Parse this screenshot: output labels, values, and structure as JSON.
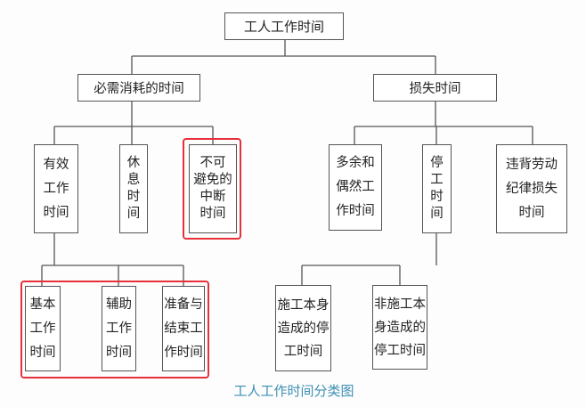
{
  "diagram": {
    "root": "工人工作时间",
    "branches": [
      {
        "label": "必需消耗的时间",
        "children": [
          {
            "label": "有效\n工作\n时间",
            "children": [
              {
                "label": "基本\n工作\n时间"
              },
              {
                "label": "辅助\n工作\n时间"
              },
              {
                "label": "准备与\n结束工\n作时间"
              }
            ]
          },
          {
            "label": "休\n息\n时\n间"
          },
          {
            "label": "不可\n避免的\n中断\n时间"
          }
        ]
      },
      {
        "label": "损失时间",
        "children": [
          {
            "label": "多余和\n偶然工\n作时间"
          },
          {
            "label": "停\n工\n时\n间",
            "children": [
              {
                "label": "施工本身\n造成的停\n工时间"
              },
              {
                "label": "非施工本\n身造成的\n停工时间"
              }
            ]
          },
          {
            "label": "违背劳动\n纪律损失\n时间"
          }
        ]
      }
    ],
    "caption": "工人工作时间分类图",
    "colors": {
      "highlight": "#e8303a",
      "caption": "#3d8fb3",
      "line": "#555555"
    }
  }
}
